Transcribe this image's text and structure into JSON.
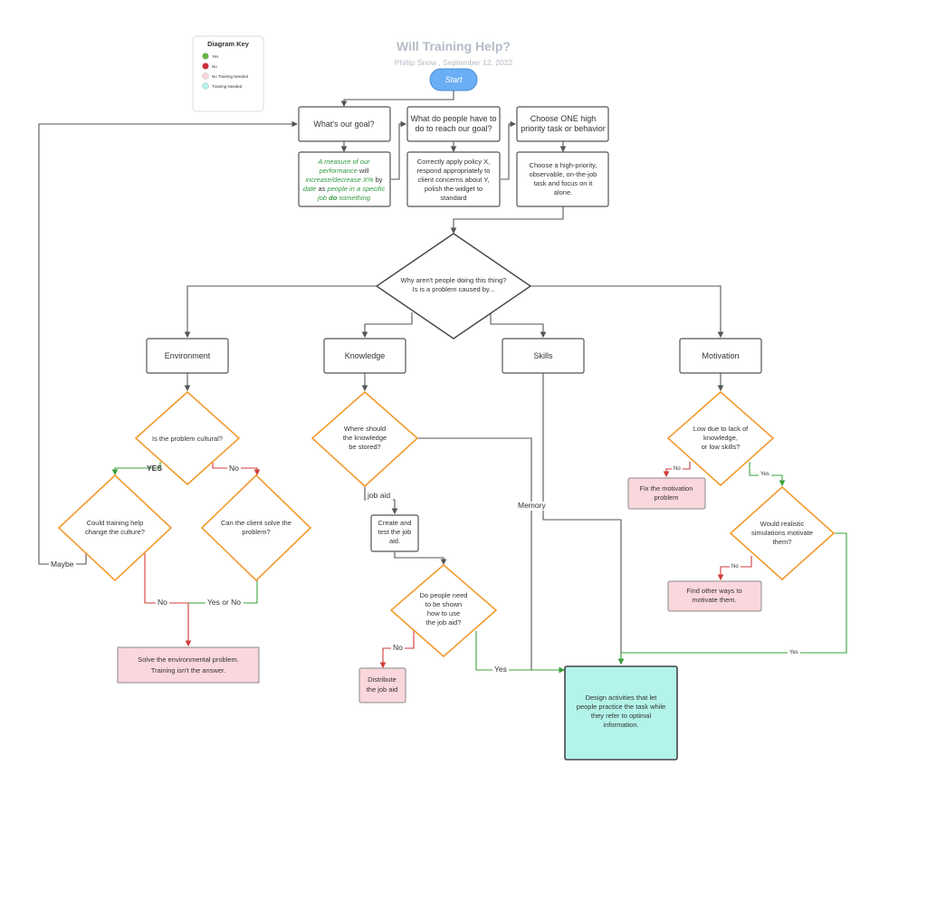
{
  "title": "Will Training Help?",
  "subtitle": "Phillip Snow , September 12, 2022",
  "start": "Start",
  "key": {
    "title": "Diagram Key",
    "items": [
      {
        "label": "Yes",
        "color": "#6bb34b"
      },
      {
        "label": "No",
        "color": "#c8323c"
      },
      {
        "label": "No Training Needed",
        "color": "#fad7dc"
      },
      {
        "label": "Training Needed",
        "color": "#b3f3ea"
      }
    ]
  },
  "top_steps": {
    "goal": "What's our goal?",
    "goal_detail": {
      "l1a": "A measure of our",
      "l2a": "performance",
      "l2b": " will",
      "l3a": "increase/decrease X%",
      "l3b": " by",
      "l4a": "date",
      "l4b": " as ",
      "l4c": "people in a specific",
      "l5a": "job ",
      "l5b": "do",
      "l5c": " something"
    },
    "people": [
      "What do people have to",
      "do to reach our goal?"
    ],
    "people_detail": [
      "Correctly apply policy X,",
      "respond appropriately to",
      "client concerns about Y,",
      "polish the widget to",
      "standard"
    ],
    "task": [
      "Choose ONE high",
      "priority task or behavior"
    ],
    "task_detail": [
      "Choose a high-priority,",
      "observable, on-the-job",
      "task and focus on it",
      "alone."
    ]
  },
  "main_question": [
    "Why aren't people doing this thing?",
    "Is is a problem caused by..."
  ],
  "categories": {
    "environment": "Environment",
    "knowledge": "Knowledge",
    "skills": "Skills",
    "motivation": "Motivation"
  },
  "environment": {
    "q_cultural": "Is the problem cultural?",
    "q_culture": [
      "Could training help",
      "change the culture?"
    ],
    "q_client": [
      "Can the client solve the",
      "problem?"
    ],
    "yes": "YES",
    "no": "No",
    "no2": "No",
    "yes_or_no": "Yes or No",
    "maybe": "Maybe",
    "outcome": [
      "Solve the environmental problem.",
      "Training isn't the answer."
    ]
  },
  "knowledge": {
    "q_store": [
      "Where should",
      "the knowledge",
      "be stored?"
    ],
    "job_aid": "job aid",
    "memory": "Memory",
    "create": [
      "Create and",
      "test the job",
      "aid."
    ],
    "q_shown": [
      "Do people need",
      "to be shown",
      "how to use",
      "the job aid?"
    ],
    "no": "No",
    "yes": "Yes",
    "distribute": [
      "Distribute",
      "the job aid"
    ]
  },
  "motivation": {
    "q_low": [
      "Low due to lack of",
      "knowledge,",
      "or low skills?"
    ],
    "no": "No",
    "yes": "Yes",
    "fix": [
      "Fix the motivation",
      "problem"
    ],
    "q_sim": [
      "Would realistic",
      "simulations motivate",
      "them?"
    ],
    "no2": "No",
    "yes2": "Yes",
    "other": [
      "Find other ways to",
      "motivate them."
    ]
  },
  "design": [
    "Design activities that let",
    "people practice the task while",
    "they refer to optimal",
    "information."
  ]
}
